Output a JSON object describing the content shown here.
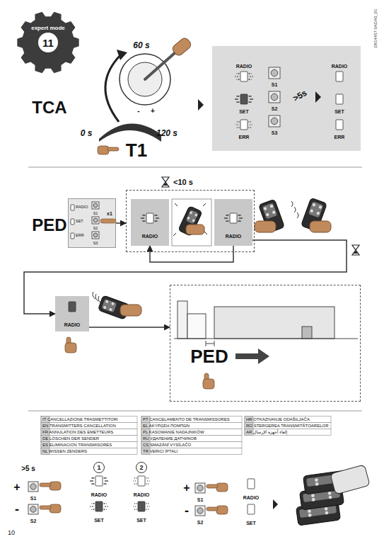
{
  "diagram": {
    "nodes": [
      {
        "text": [
          "expert mode",
          "11"
        ]
      },
      {
        "text": [
          "RADIO",
          "SET",
          "ERR",
          "S1",
          "S2",
          "S3",
          ">5s",
          "RADIO",
          "SET",
          "ERR"
        ]
      },
      {
        "text": [
          "RADIO",
          "SET",
          "ERR",
          "S1",
          "S2",
          "S3",
          "x1"
        ]
      },
      {
        "text": [
          "<10 s"
        ]
      },
      {
        "text": [
          "RADIO"
        ],
        "in": 3
      },
      {
        "text": [
          "RADIO"
        ],
        "in": 3
      },
      {
        "text": [
          "RADIO"
        ]
      },
      {
        "text": [
          "PED"
        ]
      },
      {
        "text": [
          "1"
        ]
      },
      {
        "text": [
          "2"
        ]
      }
    ],
    "edges": [
      {
        "from": 2,
        "to": 3,
        "arrow": "to"
      },
      {
        "from": 5,
        "to": 4,
        "arrow": "to"
      },
      {
        "from": 5,
        "to": 6,
        "arrow": "to"
      },
      {
        "from": 6,
        "to": 7,
        "arrow": "to"
      }
    ],
    "labels": [
      "D814457 0ADA0_01",
      "TCA",
      "60 s",
      "-",
      "+",
      "0 s",
      "120 s",
      "T1",
      "PED",
      "IT CANCELLAZIONE TRASMETTITORI",
      "EN TRANSMITTERS CANCELLATION",
      "FR ANNULATION DES EMETTEURS",
      "DE LÖSCHEN DER SENDER",
      "ES ELIMINACION TRANSMISORES",
      "NL WISSEN ZENDERS",
      "PT CANCELAMENTO DE TRANSMISSORES",
      "EL ΑΚΥΡΩΣΗ ΠΟΜΠΩΝ",
      "PL KASOWANIE NADAJNIKÓW",
      "RU УДАЛЕНИЕ ДАТЧИКОВ",
      "CS SMAZÁNÍ VYSÍLAČŮ",
      "TR VERICI İPTALI",
      "HR OTKAZIVANJE ODAŠILJAČA",
      "RO STERGEREA TRANSMITĂTOARELOR",
      "AR إلغاء أجهزة الإرسال",
      ">5 s",
      "+",
      "-",
      "S1",
      "S2",
      "RADIO",
      "SET",
      "RADIO",
      "SET",
      "+",
      "-",
      "S1",
      "S2",
      "RADIO",
      "SET",
      "10"
    ]
  }
}
